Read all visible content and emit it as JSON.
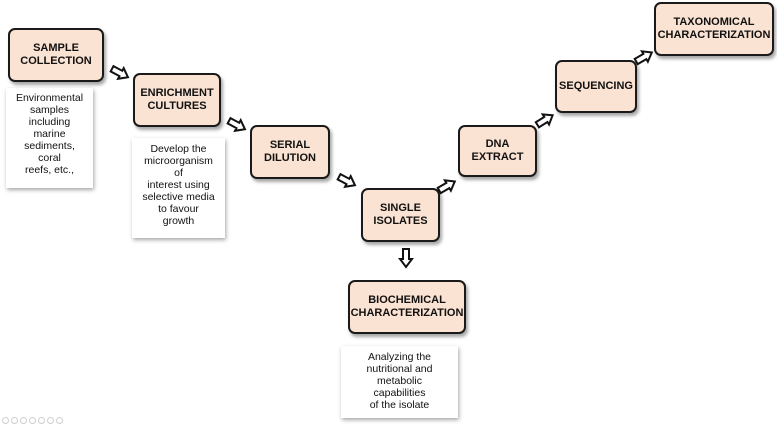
{
  "steps": {
    "sample_collection": "SAMPLE\nCOLLECTION",
    "enrichment_cultures": "ENRICHMENT\nCULTURES",
    "serial_dilution": "SERIAL\nDILUTION",
    "single_isolates": "SINGLE\nISOLATES",
    "dna_extract": "DNA\nEXTRACT",
    "sequencing": "SEQUENCING",
    "taxonomical_characterization": "TAXONOMICAL\nCHARACTERIZATION",
    "biochemical_characterization": "BIOCHEMICAL\nCHARACTERIZATION"
  },
  "notes": {
    "sample_collection": "Environmental\nsamples\nincluding\nmarine\nsediments,\ncoral\nreefs, etc.,",
    "enrichment_cultures": "Develop the\nmicroorganism\nof\ninterest using\nselective media\nto favour\ngrowth",
    "biochemical_characterization": "Analyzing the\nnutritional and\nmetabolic\ncapabilities\nof the isolate"
  },
  "colors": {
    "box_fill": "#fbe3d3",
    "box_border": "#1a1a1a",
    "arrow_fill": "#ffffff"
  }
}
